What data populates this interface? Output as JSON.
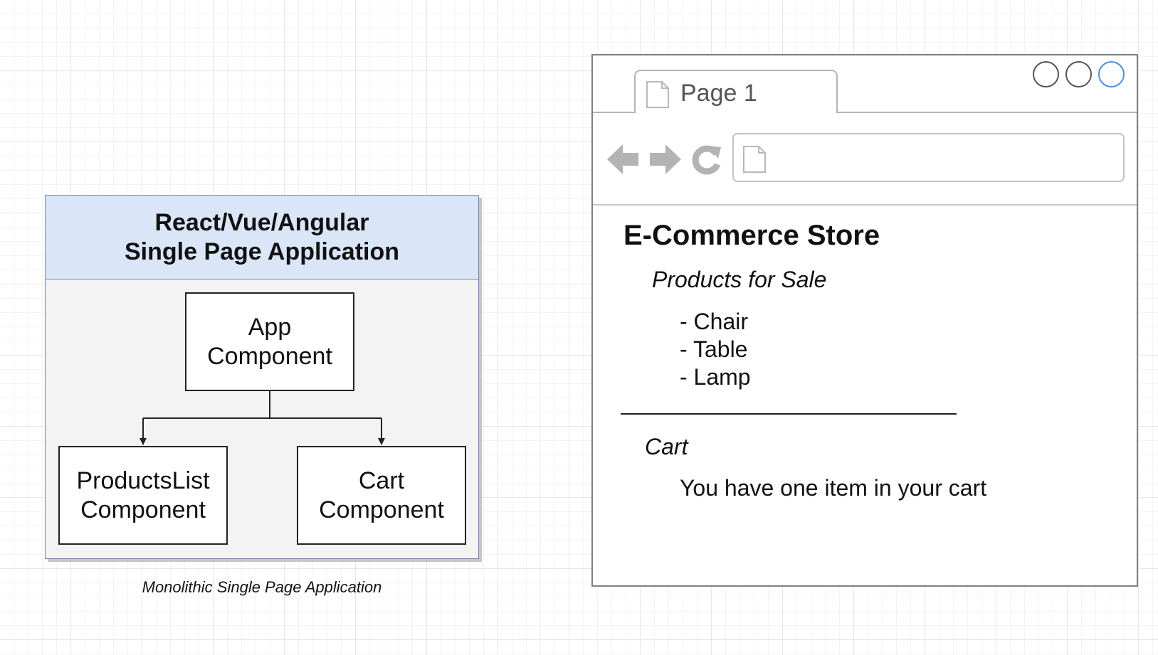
{
  "spa": {
    "title_line1": "React/Vue/Angular",
    "title_line2": "Single Page Application",
    "components": {
      "app": {
        "line1": "App",
        "line2": "Component"
      },
      "products_list": {
        "line1": "ProductsList",
        "line2": "Component"
      },
      "cart": {
        "line1": "Cart",
        "line2": "Component"
      }
    },
    "caption": "Monolithic Single Page Application",
    "colors": {
      "header_fill": "#dae6f8",
      "body_fill": "#f3f3f3",
      "border": "#7a8aa8"
    }
  },
  "browser": {
    "tab": {
      "label": "Page 1",
      "icon": "page-icon"
    },
    "window_buttons": [
      "window-button",
      "window-button",
      "window-button-active"
    ],
    "nav": {
      "back_icon": "back-arrow-icon",
      "forward_icon": "forward-arrow-icon",
      "reload_icon": "reload-icon"
    },
    "address_bar": {
      "value": "",
      "icon": "page-icon"
    },
    "content": {
      "store_title": "E-Commerce Store",
      "products_heading": "Products for Sale",
      "products": [
        "- Chair",
        "- Table",
        "- Lamp"
      ],
      "cart_heading": "Cart",
      "cart_message": "You have one item in your cart"
    },
    "colors": {
      "active_button": "#4a90d9",
      "icon_gray": "#b3b3b3"
    }
  }
}
